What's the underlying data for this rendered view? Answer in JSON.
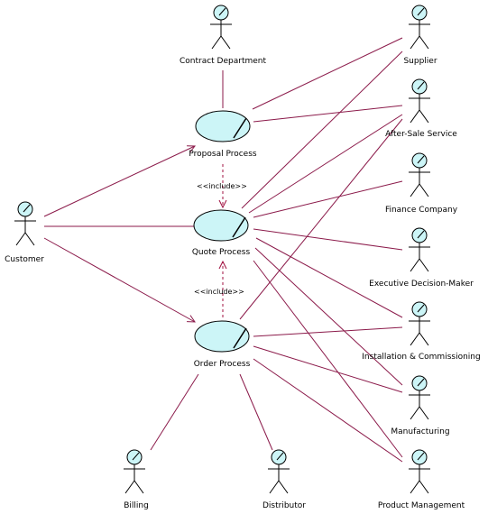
{
  "colors": {
    "association": "#8b1a4a",
    "usecase_fill": "#ccf5f7",
    "actor_head_fill": "#ccf5f7",
    "outline": "#000000",
    "include": "#a01040"
  },
  "actors": [
    {
      "id": "contract",
      "label": "Contract Department"
    },
    {
      "id": "supplier",
      "label": "Supplier"
    },
    {
      "id": "aftersale",
      "label": "After-Sale Service"
    },
    {
      "id": "finance",
      "label": "Finance Company"
    },
    {
      "id": "executive",
      "label": "Executive Decision-Maker"
    },
    {
      "id": "install",
      "label": "Installation & Commissioning"
    },
    {
      "id": "manufacturing",
      "label": "Manufacturing"
    },
    {
      "id": "productmgmt",
      "label": "Product Management"
    },
    {
      "id": "customer",
      "label": "Customer"
    },
    {
      "id": "billing",
      "label": "Billing"
    },
    {
      "id": "distributor",
      "label": "Distributor"
    }
  ],
  "usecases": [
    {
      "id": "proposal",
      "label": "Proposal Process"
    },
    {
      "id": "quote",
      "label": "Quote Process"
    },
    {
      "id": "order",
      "label": "Order Process"
    }
  ],
  "includes": [
    {
      "label": "<<include>>"
    },
    {
      "label": "<<include>>"
    }
  ]
}
